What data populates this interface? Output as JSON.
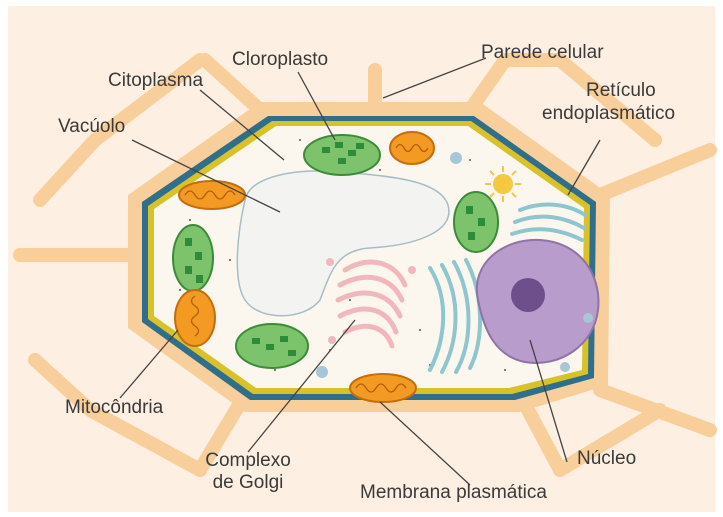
{
  "diagram": {
    "labels": {
      "parede_celular": "Parede celular",
      "cloroplasto": "Cloroplasto",
      "citoplasma": "Citoplasma",
      "vacuolo": "Vacúolo",
      "reticulo_l1": "Retículo",
      "reticulo_l2": "endoplasmático",
      "mitocondria": "Mitocôndria",
      "golgi_l1": "Complexo",
      "golgi_l2": "de Golgi",
      "nucleo": "Núcleo",
      "membrana": "Membrana plasmática"
    },
    "colors": {
      "background": "#fdf0e3",
      "cell_wall": "#f8cf9a",
      "membrane_outer": "#2f6f8c",
      "membrane_inner": "#d9c12a",
      "cytoplasm": "#fbf7ee",
      "chloroplast": "#7cc36b",
      "chloroplast_grana": "#2e8b3a",
      "mitochondria": "#f29a22",
      "vacuole": "#f3f4f2",
      "nucleus": "#b79ccc",
      "nucleolus": "#6e4f8c",
      "reticulum": "#8dc6cf",
      "golgi": "#f2b7bd",
      "leader_line": "#444444"
    }
  }
}
